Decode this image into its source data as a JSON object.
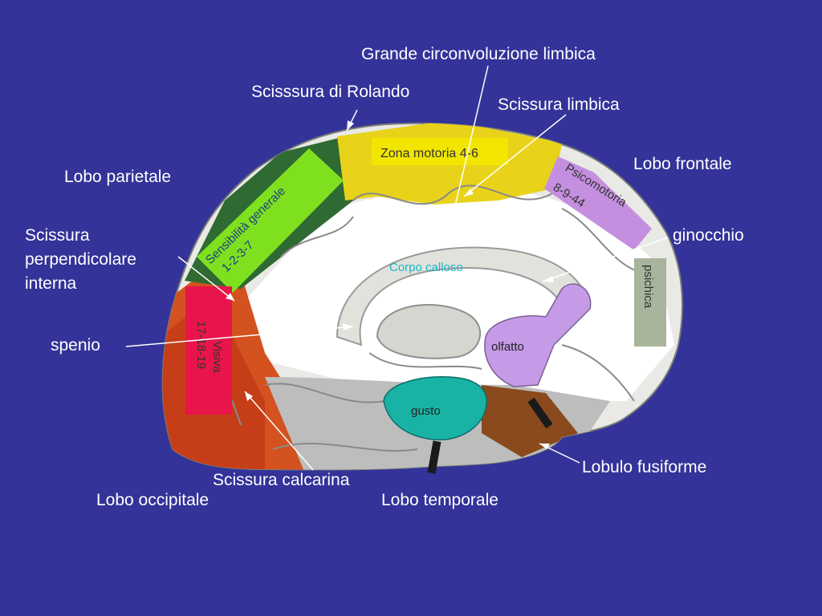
{
  "labels": {
    "grande_circonvoluzione": "Grande circonvoluzione limbica",
    "scissura_rolando": "Scisssura di Rolando",
    "scissura_limbica": "Scissura limbica",
    "lobo_frontale": "Lobo frontale",
    "lobo_parietale": "Lobo parietale",
    "scissura_perpendicolare_1": "Scissura",
    "scissura_perpendicolare_2": "perpendicolare",
    "scissura_perpendicolare_3": "interna",
    "ginocchio": "ginocchio",
    "spenio": "spenio",
    "lobulo_fusiforme": "Lobulo fusiforme",
    "scissura_calcarina": "Scissura calcarina",
    "lobo_occipitale": "Lobo occipitale",
    "lobo_temporale": "Lobo temporale"
  },
  "zones": {
    "sensibilita_1": "Sensibilità generale",
    "sensibilita_2": "1-2-3-7",
    "motoria": "Zona motoria 4-6",
    "psicomotoria_1": "Psicomotoria",
    "psicomotoria_2": "8-9-44",
    "psichica": "psichica",
    "corpo_calloso": "Corpo calloso",
    "visiva_1": "Visiva",
    "visiva_2": "17-18-19",
    "olfatto": "olfatto",
    "gusto": "gusto"
  },
  "colors": {
    "background": "#333399",
    "label_text": "#ffffff",
    "sensibilita": "#7fe020",
    "motoria": "#f2e600",
    "psicomotoria": "#c58fe0",
    "psichica": "#a8b49c",
    "visiva": "#e8154a",
    "olfatto": "#c59ae6",
    "gusto": "#19b3a6",
    "corpo_calloso": "#18b8c8"
  }
}
